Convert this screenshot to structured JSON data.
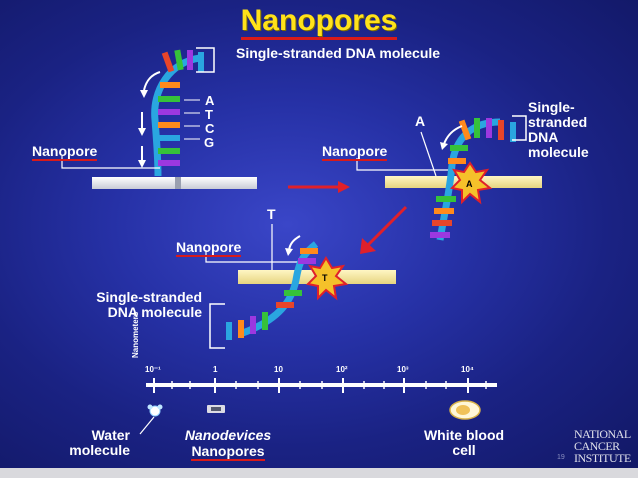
{
  "title": "Nanopores",
  "top_left": {
    "dna_label": "Single-stranded DNA molecule",
    "nanopore_label": "Nanopore",
    "bases": [
      "A",
      "T",
      "C",
      "G"
    ]
  },
  "top_right": {
    "dna_label": "Single-stranded DNA molecule",
    "nanopore_label": "Nanopore",
    "base_label": "A",
    "burst_label": "A"
  },
  "middle": {
    "nanopore_label": "Nanopore",
    "base_label": "T",
    "burst_label": "T",
    "dna_label": "Single-stranded DNA molecule"
  },
  "scale": {
    "axis_label": "Nanometers",
    "ticks": [
      "10⁻¹",
      "1",
      "10",
      "10²",
      "10³",
      "10⁴"
    ],
    "items": {
      "water": "Water molecule",
      "nanodevices": "Nanodevices",
      "nanopores": "Nanopores",
      "blood_cell": "White blood cell"
    }
  },
  "logo_text": "NATIONAL CANCER INSTITUTE",
  "page_number": "19",
  "colors": {
    "title": "#ffe21a",
    "underline": "#d81a1a",
    "arrow": "#e0202a",
    "pore": "#f3e7a0"
  }
}
